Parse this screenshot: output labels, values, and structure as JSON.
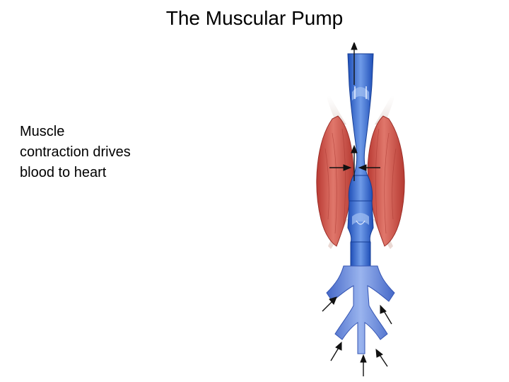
{
  "slide": {
    "title": "The Muscular Pump",
    "caption_lines": [
      "Muscle",
      "contraction drives",
      "blood to heart"
    ]
  },
  "colors": {
    "muscle": "#c9463c",
    "muscle_highlight": "#e88a7e",
    "vein": "#2f63c9",
    "vein_highlight": "#8fb2ee",
    "branch": "#5a7fd8",
    "arrow": "#111111"
  },
  "icons": {
    "flow_arrows": "arrow-up-icon",
    "squeeze_arrows": "arrow-inward-icon",
    "inflow_arrows": "arrow-diagonal-in-icon"
  }
}
